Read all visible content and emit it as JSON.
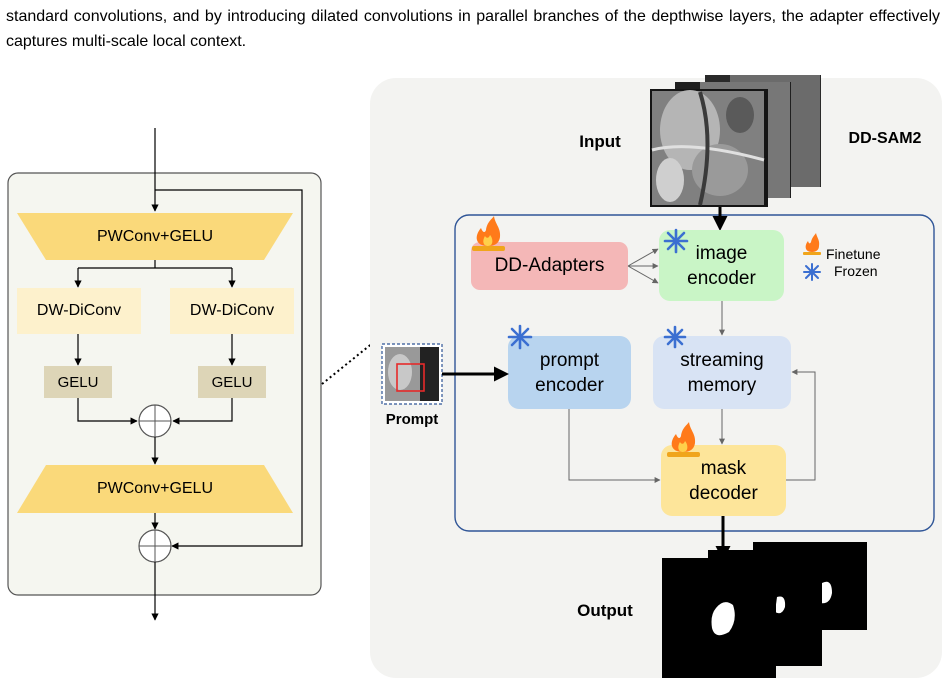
{
  "text": {
    "paragraph": "standard convolutions, and by introducing dilated convolutions in parallel branches of the depthwise layers, the adapter effectively captures multi-scale local context."
  },
  "adapter_detail": {
    "top_block": "PWConv+GELU",
    "branch_left": "DW-DiConv",
    "branch_right": "DW-DiConv",
    "gelu_left": "GELU",
    "gelu_right": "GELU",
    "bottom_block": "PWConv+GELU"
  },
  "pipeline": {
    "model_name": "DD-SAM2",
    "input_label": "Input",
    "output_label": "Output",
    "prompt_label": "Prompt",
    "dd_adapters": "DD-Adapters",
    "image_encoder": "image\nencoder",
    "prompt_encoder": "prompt\nencoder",
    "streaming_memory": "streaming\nmemory",
    "mask_decoder": "mask\ndecoder"
  },
  "legend": {
    "finetune": "Finetune",
    "frozen": "Frozen"
  },
  "colors": {
    "trapezoid": "#fad97a",
    "branch": "#fdf1cc",
    "gelu": "#ddd5b7",
    "panel": "#f3f3f1",
    "adapters": "#f4b7b7",
    "image_encoder": "#c9f5c6",
    "prompt_encoder": "#b8d4ef",
    "streaming_memory": "#d8e3f4",
    "mask_decoder": "#fde59a",
    "frame": "#2f5597",
    "flame": "#ff7a1a",
    "snowflake": "#3b6fd1"
  },
  "icons": {
    "finetune": "flame-icon",
    "frozen": "snowflake-icon"
  }
}
